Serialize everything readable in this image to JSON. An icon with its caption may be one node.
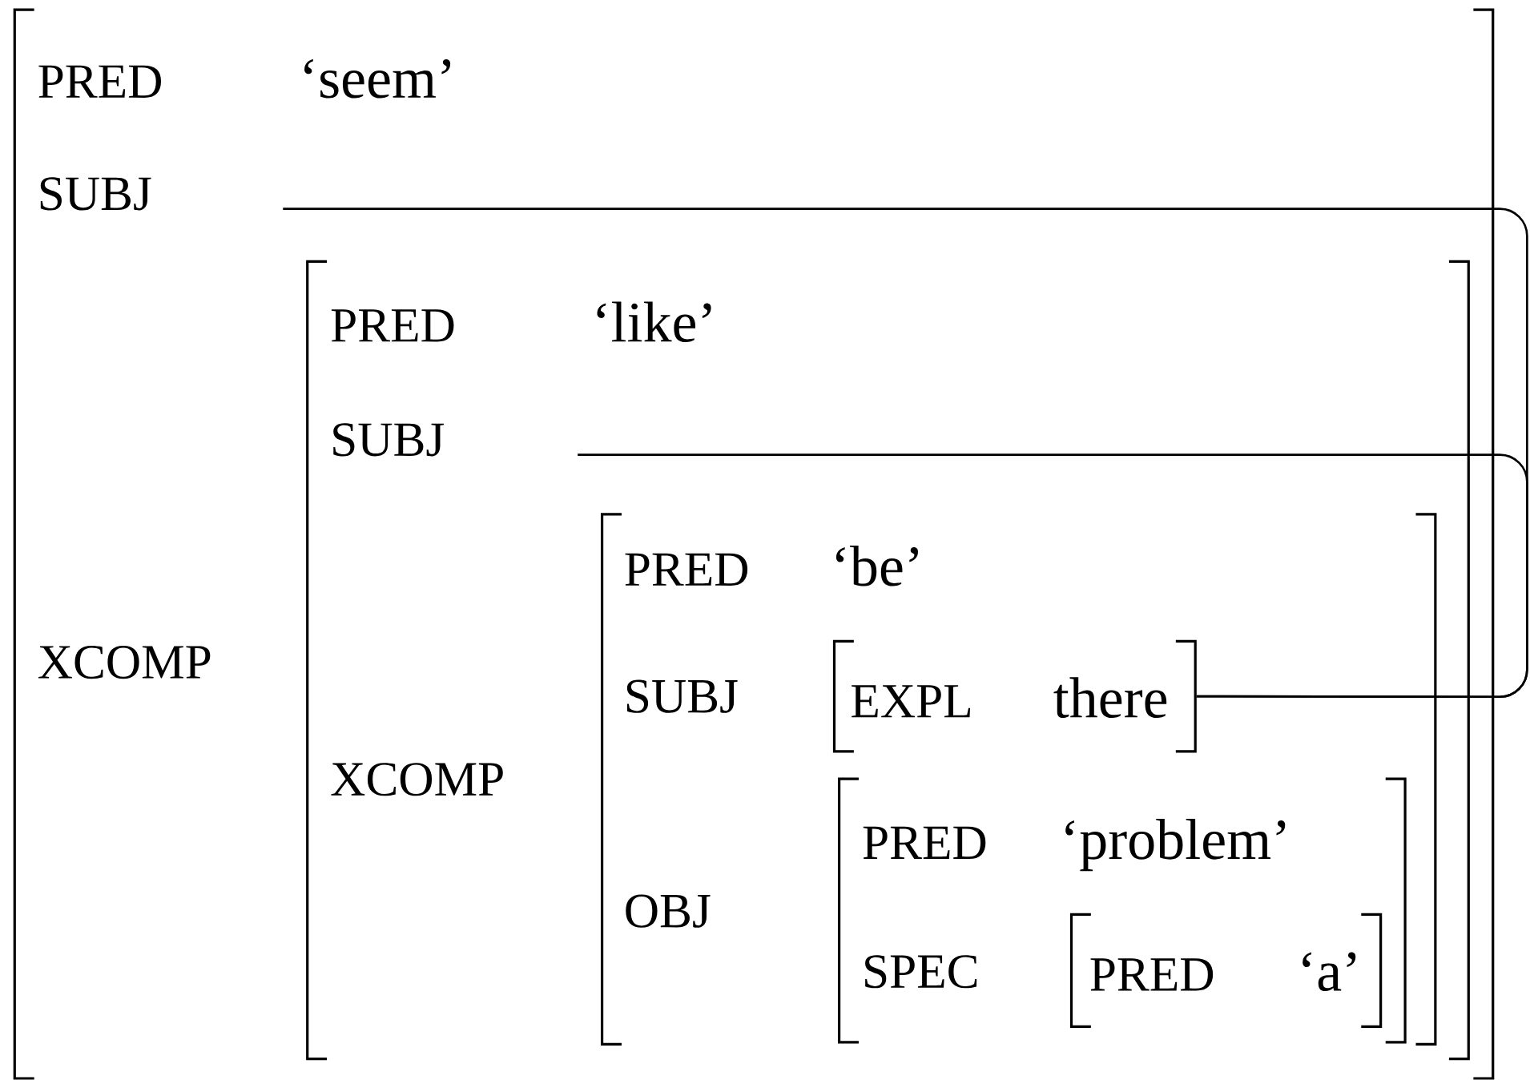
{
  "diagram": {
    "nodes": [
      {
        "text": [
          "PRED",
          "‘seem’",
          "SUBJ",
          "XCOMP"
        ]
      },
      {
        "text": [
          "PRED",
          "‘like’",
          "SUBJ",
          "XCOMP"
        ],
        "in": 0
      },
      {
        "text": [
          "PRED",
          "‘be’",
          "SUBJ",
          "OBJ"
        ],
        "in": 1
      },
      {
        "text": [
          "EXPL",
          "there"
        ],
        "in": 2
      },
      {
        "text": [
          "PRED",
          "‘problem’",
          "SPEC"
        ],
        "in": 2
      },
      {
        "text": [
          "PRED",
          "‘a’"
        ],
        "in": 4
      }
    ],
    "edges": [
      {
        "from": null,
        "to": 3,
        "arrow": "none"
      },
      {
        "from": null,
        "to": 3,
        "arrow": "none"
      }
    ]
  }
}
